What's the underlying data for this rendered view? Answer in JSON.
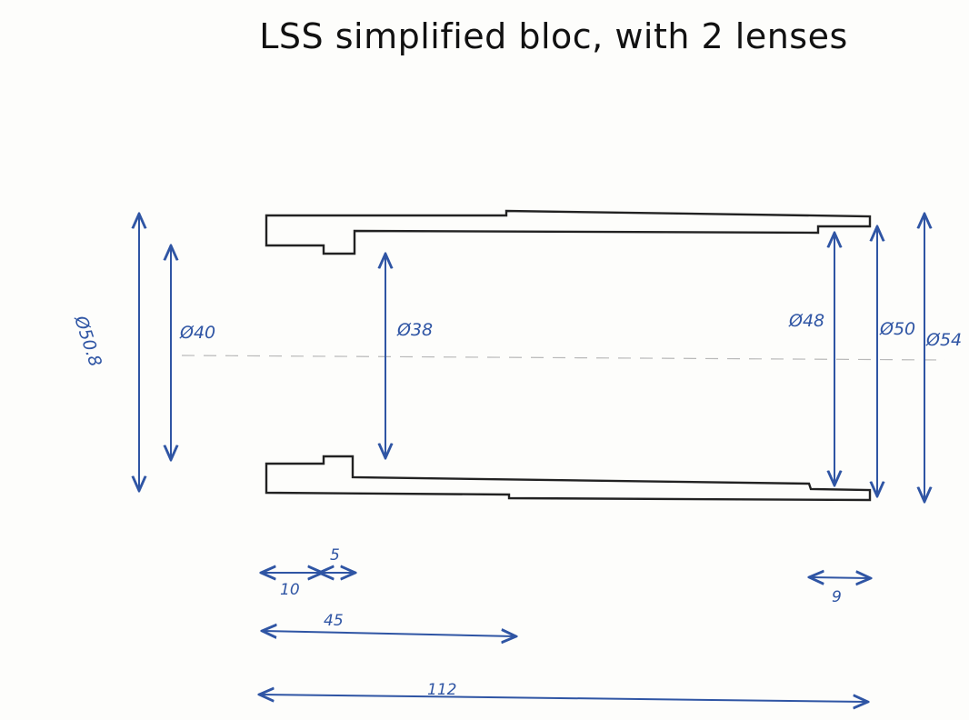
{
  "title": "LSS simplified bloc, with 2 lenses",
  "colors": {
    "ink": "#222222",
    "dimension": "#2f55a4",
    "axis": "#b9b9b9",
    "background": "#fdfdfb"
  },
  "dimensions": {
    "diameters": {
      "d_508": "Ø50.8",
      "d_40": "Ø40",
      "d_38": "Ø38",
      "d_48": "Ø48",
      "d_50": "Ø50",
      "d_54": "Ø54"
    },
    "lengths": {
      "l_10": "10",
      "l_5": "5",
      "l_45": "45",
      "l_9": "9",
      "l_112": "112"
    }
  }
}
